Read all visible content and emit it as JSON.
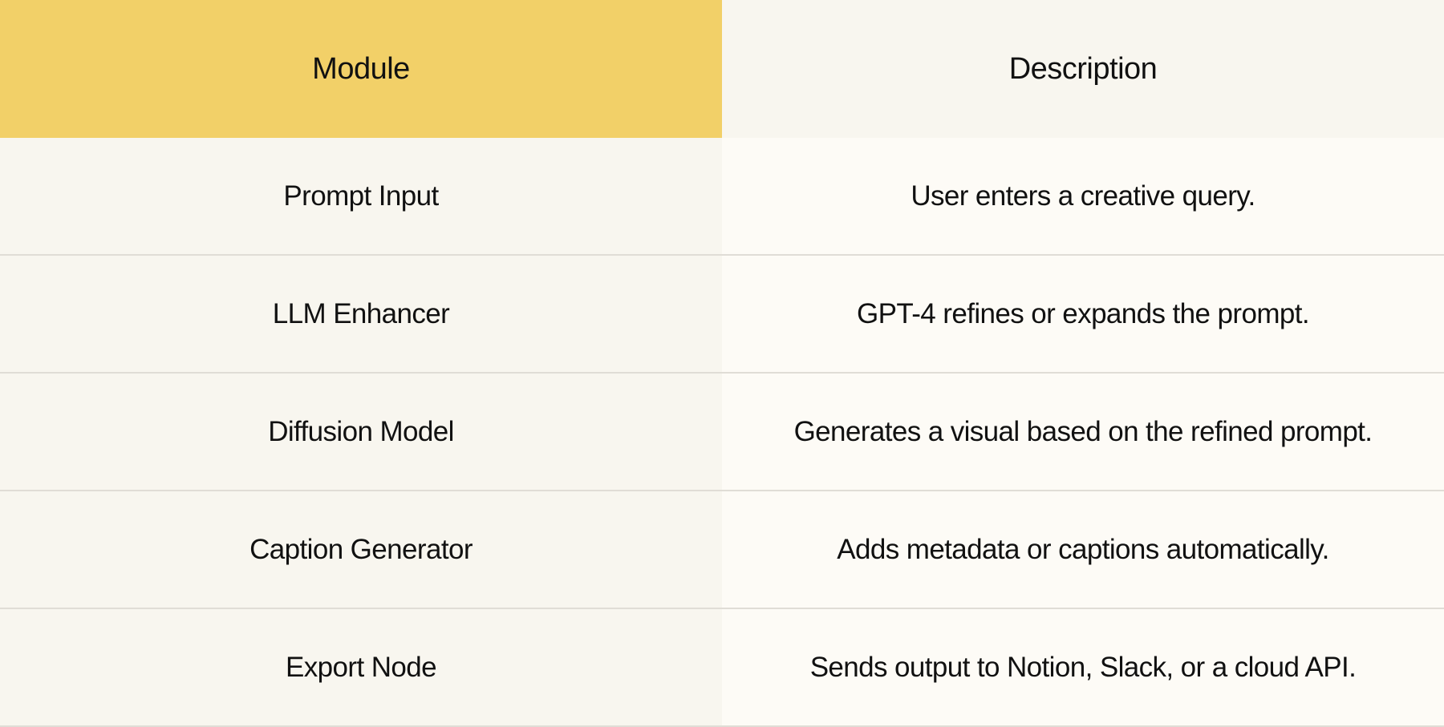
{
  "table": {
    "headers": [
      "Module",
      "Description"
    ],
    "rows": [
      [
        "Prompt Input",
        "User enters a creative query."
      ],
      [
        "LLM Enhancer",
        "GPT-4 refines or expands the prompt."
      ],
      [
        "Diffusion Model",
        "Generates a visual based on the refined prompt."
      ],
      [
        "Caption Generator",
        "Adds metadata or captions automatically."
      ],
      [
        "Export Node",
        "Sends output to Notion, Slack, or a cloud API."
      ]
    ]
  },
  "colors": {
    "header_accent": "#f2d068",
    "header_plain": "#f8f6ef",
    "row_left": "#f8f6ef",
    "row_right": "#fdfbf6",
    "divider": "#e0ddd6"
  }
}
